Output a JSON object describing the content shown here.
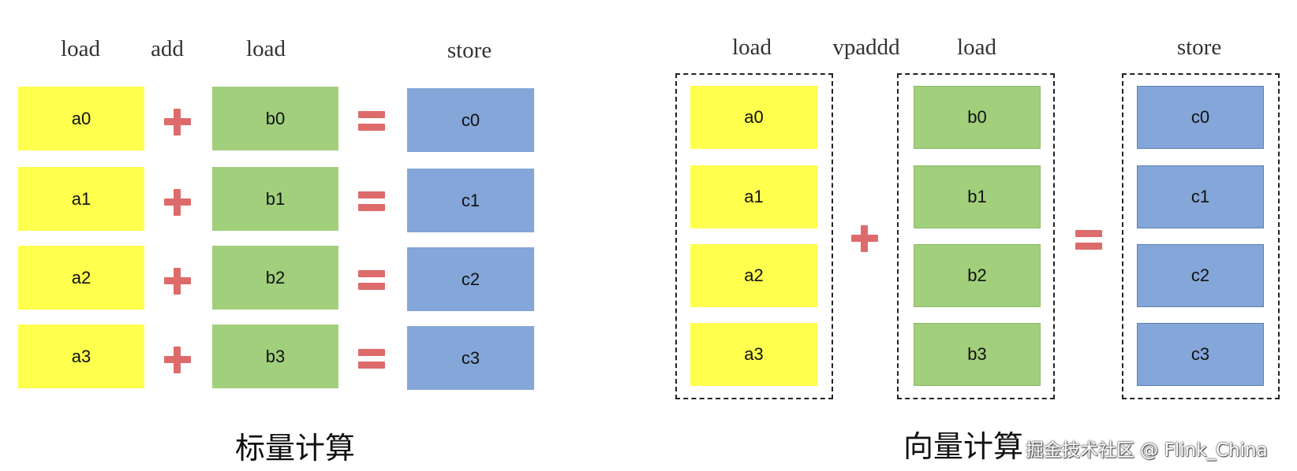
{
  "scalar": {
    "headers": {
      "load_a": "load",
      "op": "add",
      "load_b": "load",
      "store": "store"
    },
    "a": [
      "a0",
      "a1",
      "a2",
      "a3"
    ],
    "b": [
      "b0",
      "b1",
      "b2",
      "b3"
    ],
    "c": [
      "c0",
      "c1",
      "c2",
      "c3"
    ],
    "caption": "标量计算"
  },
  "vector": {
    "headers": {
      "load_a": "load",
      "op": "vpaddd",
      "load_b": "load",
      "store": "store"
    },
    "a": [
      "a0",
      "a1",
      "a2",
      "a3"
    ],
    "b": [
      "b0",
      "b1",
      "b2",
      "b3"
    ],
    "c": [
      "c0",
      "c1",
      "c2",
      "c3"
    ],
    "caption": "向量计算"
  },
  "watermark": "掘金技术社区 @ Flink_China",
  "colors": {
    "a_fill": "#ffff4d",
    "b_fill": "#a1cf7c",
    "c_fill": "#84a6d8",
    "operator": "#de6b6b"
  }
}
